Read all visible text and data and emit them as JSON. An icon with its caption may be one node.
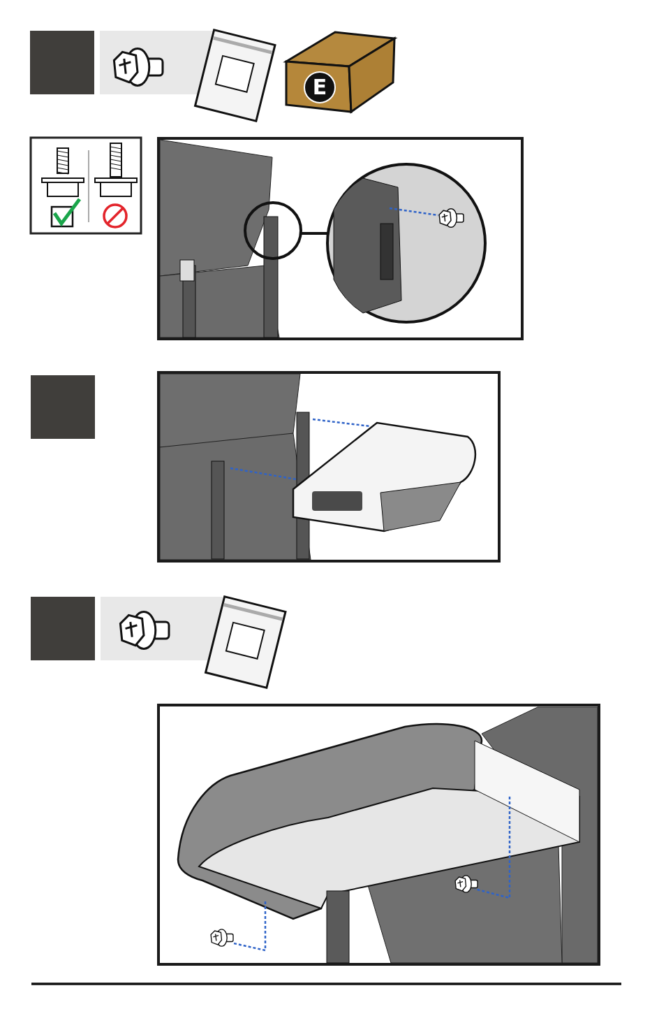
{
  "diagram": {
    "nodes": [
      {
        "text": [],
        "shape": "box"
      },
      {
        "text": [],
        "shape": "box"
      },
      {
        "text": [],
        "shape": "box"
      }
    ],
    "labels": [
      "E"
    ]
  }
}
